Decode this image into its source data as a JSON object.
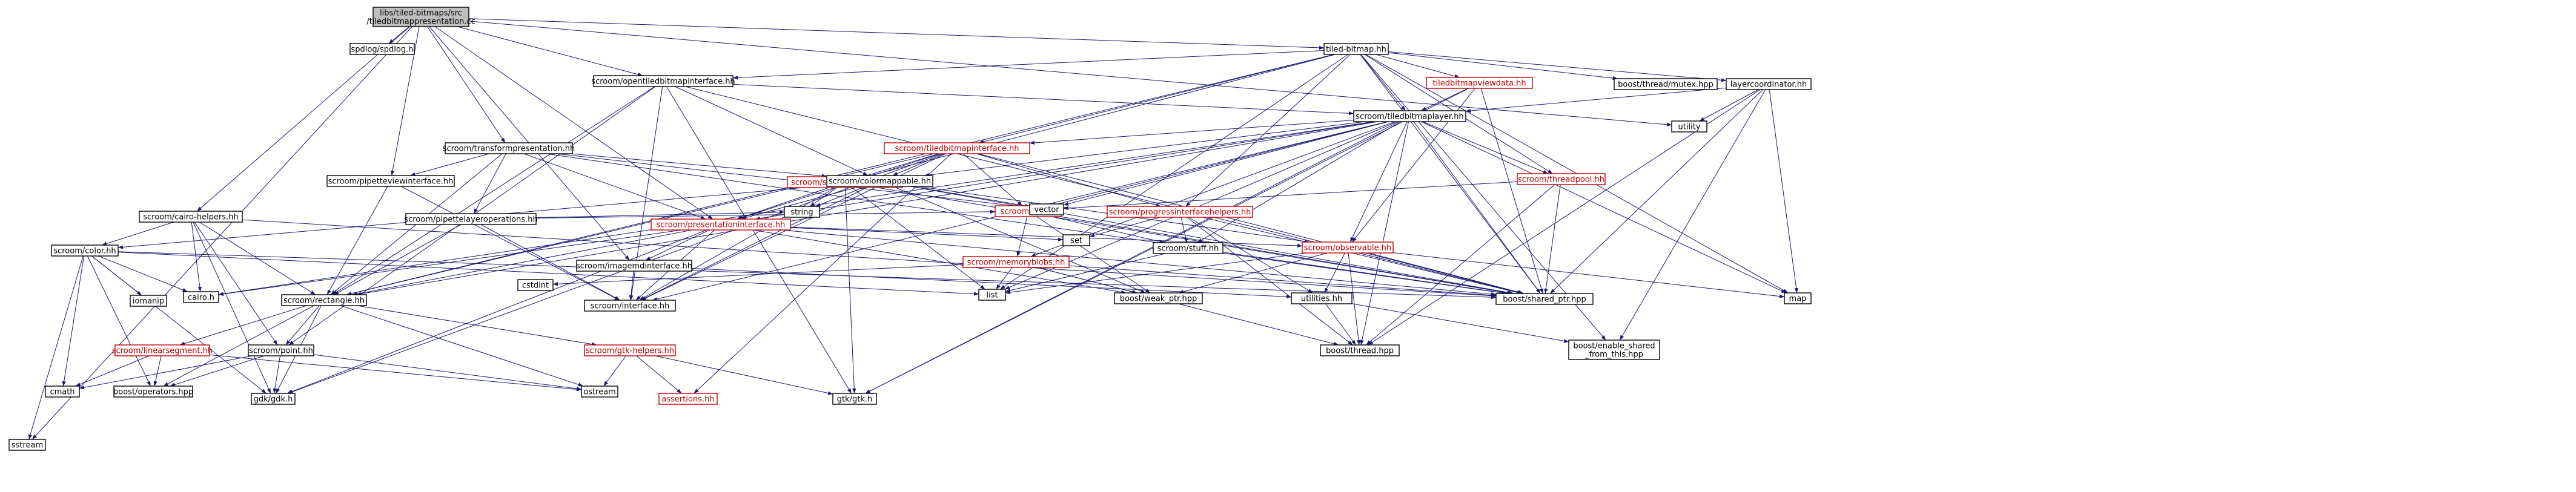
{
  "colors": {
    "edge": "#191970",
    "node_border": "#000000",
    "node_fill": "#ffffff",
    "root_fill": "#bfbfbf",
    "text_plain": "#000000",
    "text_linked": "#c00000"
  },
  "graph": {
    "nodes": [
      {
        "id": "root",
        "label": [
          "libs/tiled-bitmaps/src",
          "/tiledbitmappresentation.cc"
        ],
        "style": "root"
      },
      {
        "id": "spdlog",
        "label": [
          "spdlog/spdlog.h"
        ],
        "style": "plain"
      },
      {
        "id": "tiledbitmap",
        "label": [
          "tiled-bitmap.hh"
        ],
        "style": "plain"
      },
      {
        "id": "utility",
        "label": [
          "utility"
        ],
        "style": "plain"
      },
      {
        "id": "sstream",
        "label": [
          "sstream"
        ],
        "style": "plain"
      },
      {
        "id": "opentbi",
        "label": [
          "scroom/opentiledbitmapinterface.hh"
        ],
        "style": "plain"
      },
      {
        "id": "transform",
        "label": [
          "scroom/transformpresentation.hh"
        ],
        "style": "plain"
      },
      {
        "id": "pipetteview",
        "label": [
          "scroom/pipetteviewinterface.hh"
        ],
        "style": "plain"
      },
      {
        "id": "pipettelayer",
        "label": [
          "scroom/pipettelayeroperations.hh"
        ],
        "style": "plain"
      },
      {
        "id": "cairohelpers",
        "label": [
          "scroom/cairo-helpers.hh"
        ],
        "style": "plain"
      },
      {
        "id": "color",
        "label": [
          "scroom/color.hh"
        ],
        "style": "plain"
      },
      {
        "id": "rectangle",
        "label": [
          "scroom/rectangle.hh"
        ],
        "style": "plain"
      },
      {
        "id": "point",
        "label": [
          "scroom/point.hh"
        ],
        "style": "plain"
      },
      {
        "id": "linearsegment",
        "label": [
          "scroom/linearsegment.hh"
        ],
        "style": "linked"
      },
      {
        "id": "gtkhelpers",
        "label": [
          "scroom/gtk-helpers.hh"
        ],
        "style": "linked"
      },
      {
        "id": "assertions",
        "label": [
          "assertions.hh"
        ],
        "style": "linked"
      },
      {
        "id": "cmath",
        "label": [
          "cmath"
        ],
        "style": "plain"
      },
      {
        "id": "boostops",
        "label": [
          "boost/operators.hpp"
        ],
        "style": "plain"
      },
      {
        "id": "gdk",
        "label": [
          "gdk/gdk.h"
        ],
        "style": "plain"
      },
      {
        "id": "ostream",
        "label": [
          "ostream"
        ],
        "style": "plain"
      },
      {
        "id": "gtk",
        "label": [
          "gtk/gtk.h"
        ],
        "style": "plain"
      },
      {
        "id": "iomanip",
        "label": [
          "iomanip"
        ],
        "style": "plain"
      },
      {
        "id": "cairo",
        "label": [
          "cairo.h"
        ],
        "style": "plain"
      },
      {
        "id": "cstdint",
        "label": [
          "cstdint"
        ],
        "style": "plain"
      },
      {
        "id": "imagemd",
        "label": [
          "scroom/imagemdinterface.hh"
        ],
        "style": "plain"
      },
      {
        "id": "interface",
        "label": [
          "scroom/interface.hh"
        ],
        "style": "plain"
      },
      {
        "id": "presentation",
        "label": [
          "scroom/presentationinterface.hh"
        ],
        "style": "linked"
      },
      {
        "id": "scroomif",
        "label": [
          "scroom/scroominterface.hh"
        ],
        "style": "linked"
      },
      {
        "id": "colormappable",
        "label": [
          "scroom/colormappable.hh"
        ],
        "style": "plain"
      },
      {
        "id": "string",
        "label": [
          "string"
        ],
        "style": "plain"
      },
      {
        "id": "tbi",
        "label": [
          "scroom/tiledbitmapinterface.hh"
        ],
        "style": "linked"
      },
      {
        "id": "tilehh",
        "label": [
          "scroom/tile.hh"
        ],
        "style": "linked"
      },
      {
        "id": "memblobs",
        "label": [
          "scroom/memoryblobs.hh"
        ],
        "style": "linked"
      },
      {
        "id": "progress",
        "label": [
          "scroom/progressinterfacehelpers.hh"
        ],
        "style": "linked"
      },
      {
        "id": "stuff",
        "label": [
          "scroom/stuff.hh"
        ],
        "style": "plain"
      },
      {
        "id": "observable",
        "label": [
          "scroom/observable.hh"
        ],
        "style": "linked"
      },
      {
        "id": "utilities",
        "label": [
          "utilities.hh"
        ],
        "style": "plain"
      },
      {
        "id": "set",
        "label": [
          "set"
        ],
        "style": "plain"
      },
      {
        "id": "list",
        "label": [
          "list"
        ],
        "style": "plain"
      },
      {
        "id": "vector",
        "label": [
          "vector"
        ],
        "style": "plain"
      },
      {
        "id": "threadpool",
        "label": [
          "scroom/threadpool.hh"
        ],
        "style": "linked"
      },
      {
        "id": "weakptr",
        "label": [
          "boost/weak_ptr.hpp"
        ],
        "style": "plain"
      },
      {
        "id": "sharedptr",
        "label": [
          "boost/shared_ptr.hpp"
        ],
        "style": "plain"
      },
      {
        "id": "thread",
        "label": [
          "boost/thread.hpp"
        ],
        "style": "plain"
      },
      {
        "id": "enableshared",
        "label": [
          "boost/enable_shared",
          "_from_this.hpp"
        ],
        "style": "plain"
      },
      {
        "id": "tbl",
        "label": [
          "scroom/tiledbitmaplayer.hh"
        ],
        "style": "plain"
      },
      {
        "id": "tbvd",
        "label": [
          "tiledbitmapviewdata.hh"
        ],
        "style": "linked"
      },
      {
        "id": "mutex",
        "label": [
          "boost/thread/mutex.hpp"
        ],
        "style": "plain"
      },
      {
        "id": "layercoord",
        "label": [
          "layercoordinator.hh"
        ],
        "style": "plain"
      },
      {
        "id": "map",
        "label": [
          "map"
        ],
        "style": "plain"
      }
    ]
  }
}
